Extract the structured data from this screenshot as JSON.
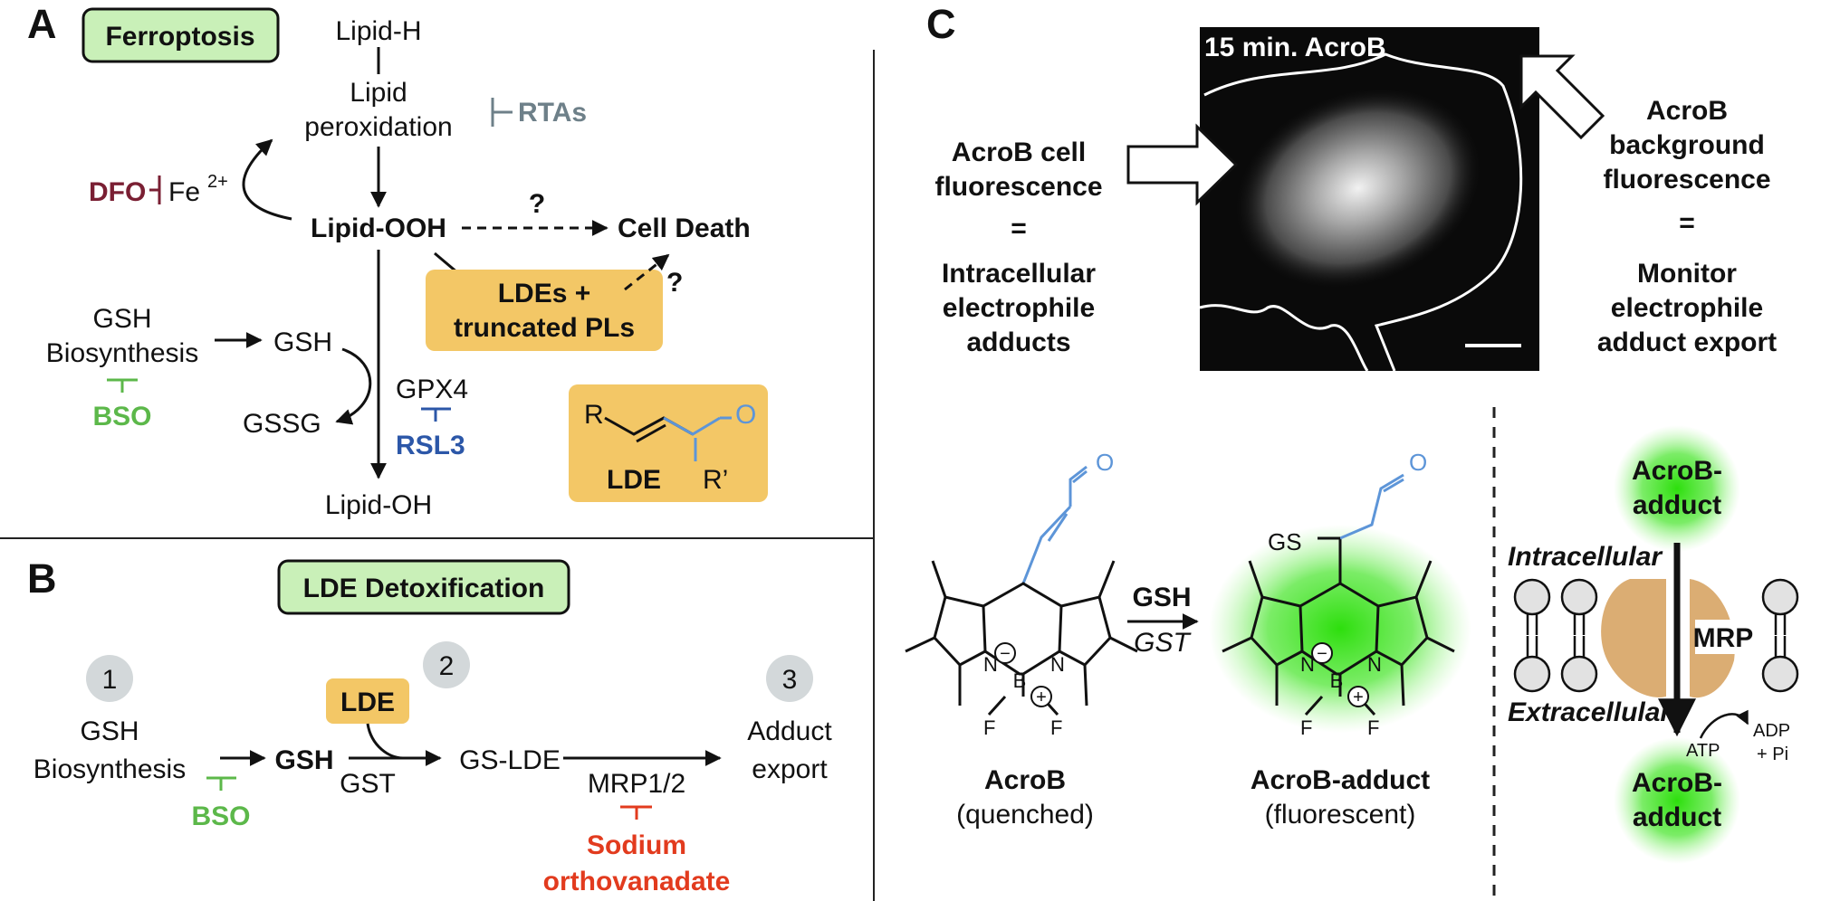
{
  "panel_a": {
    "label": "A",
    "title": "Ferroptosis",
    "lipid_h": "Lipid-H",
    "lipid_perox_1": "Lipid",
    "lipid_perox_2": "peroxidation",
    "rtas": "RTAs",
    "dfo": "DFO",
    "fe": "Fe",
    "fe_charge": "2+",
    "lipid_ooh": "Lipid-OOH",
    "question1": "?",
    "question2": "?",
    "cell_death": "Cell Death",
    "ldes_1": "LDEs +",
    "ldes_2": "truncated PLs",
    "gsh_bio_1": "GSH",
    "gsh_bio_2": "Biosynthesis",
    "gsh": "GSH",
    "gssg": "GSSG",
    "bso": "BSO",
    "gpx4": "GPX4",
    "rsl3": "RSL3",
    "lipid_oh": "Lipid-OH",
    "lde_r": "R",
    "lde_r2": "R’",
    "lde_o": "O",
    "lde_label": "LDE"
  },
  "panel_b": {
    "label": "B",
    "title": "LDE Detoxification",
    "step1": "1",
    "step2": "2",
    "step3": "3",
    "gsh_bio_1": "GSH",
    "gsh_bio_2": "Biosynthesis",
    "gsh": "GSH",
    "lde": "LDE",
    "gst": "GST",
    "gs_lde": "GS-LDE",
    "mrp": "MRP1/2",
    "adduct_1": "Adduct",
    "adduct_2": "export",
    "bso": "BSO",
    "sodium_1": "Sodium",
    "sodium_2": "orthovanadate"
  },
  "panel_c": {
    "label": "C",
    "micro_label": "15 min. AcroB",
    "left_1": "AcroB cell",
    "left_2": "fluorescence",
    "left_eq": "=",
    "left_3": "Intracellular",
    "left_4": "electrophile",
    "left_5": "adducts",
    "right_1": "AcroB",
    "right_2": "background",
    "right_3": "fluorescence",
    "right_eq": "=",
    "right_4": "Monitor",
    "right_5": "electrophile",
    "right_6": "adduct export",
    "atom_o": "O",
    "atom_n": "N",
    "atom_b": "B",
    "atom_f": "F",
    "minus": "−",
    "plus": "+",
    "gs": "GS",
    "reagent": "GSH",
    "catalyst": "GST",
    "acrob": "AcroB",
    "quenched": "(quenched)",
    "adduct_name": "AcroB-adduct",
    "fluorescent": "(fluorescent)",
    "top_adduct_1": "AcroB-",
    "top_adduct_2": "adduct",
    "bottom_adduct_1": "AcroB-",
    "bottom_adduct_2": "adduct",
    "intracellular": "Intracellular",
    "extracellular": "Extracellular",
    "mrp": "MRP",
    "atp": "ATP",
    "adp": "ADP",
    "pi": "+ Pi"
  },
  "colors": {
    "green_box": "#c9f0b8",
    "yellow_box": "#f3c766",
    "dfo": "#7a1f33",
    "rtas": "#6e8089",
    "bso": "#5cb84a",
    "rsl3": "#2c57a8",
    "sodium": "#e23b1e",
    "blue_chain": "#5d95d8",
    "glow": "#22dd00",
    "protein": "#d9a96b"
  }
}
